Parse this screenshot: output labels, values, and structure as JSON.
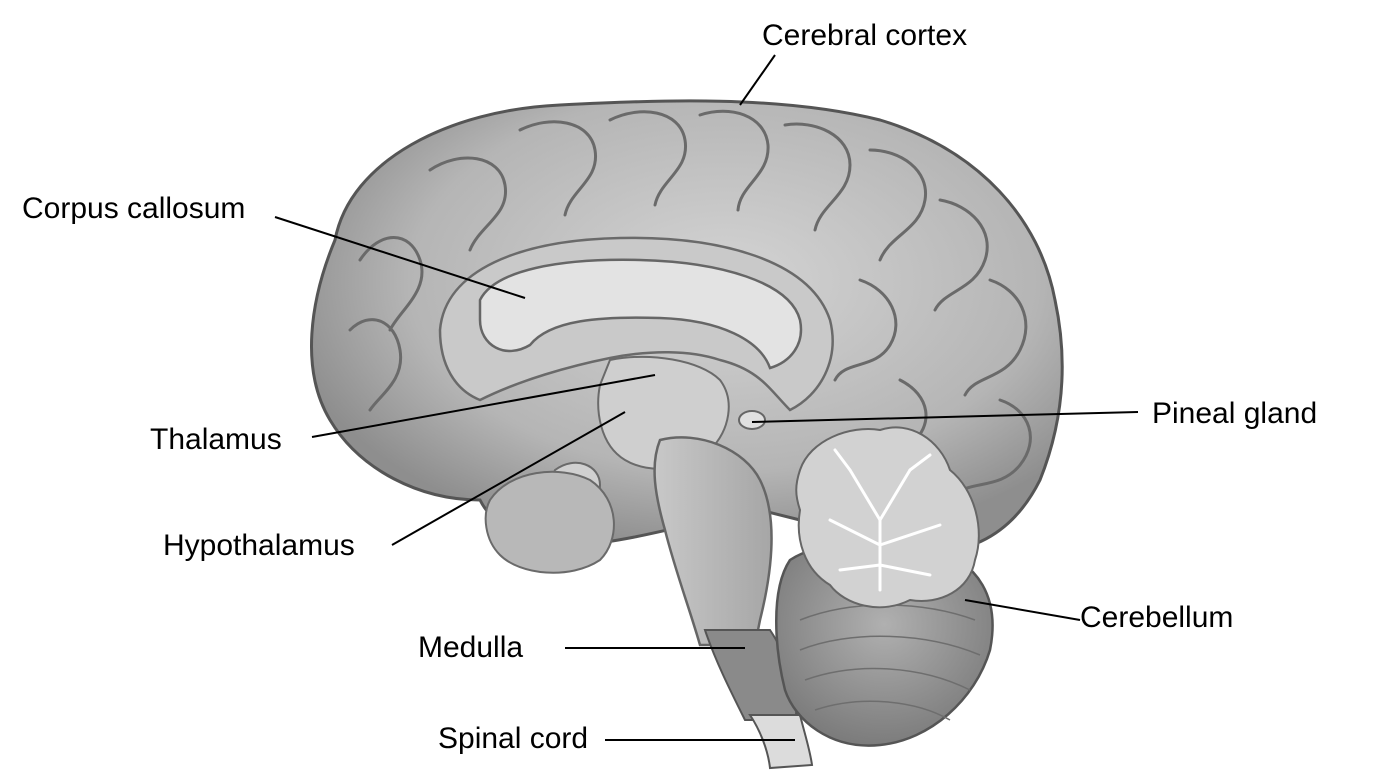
{
  "labels": {
    "cerebral_cortex": "Cerebral cortex",
    "corpus_callosum": "Corpus callosum",
    "thalamus": "Thalamus",
    "hypothalamus": "Hypothalamus",
    "pineal_gland": "Pineal gland",
    "cerebellum": "Cerebellum",
    "medulla": "Medulla",
    "spinal_cord": "Spinal cord"
  }
}
